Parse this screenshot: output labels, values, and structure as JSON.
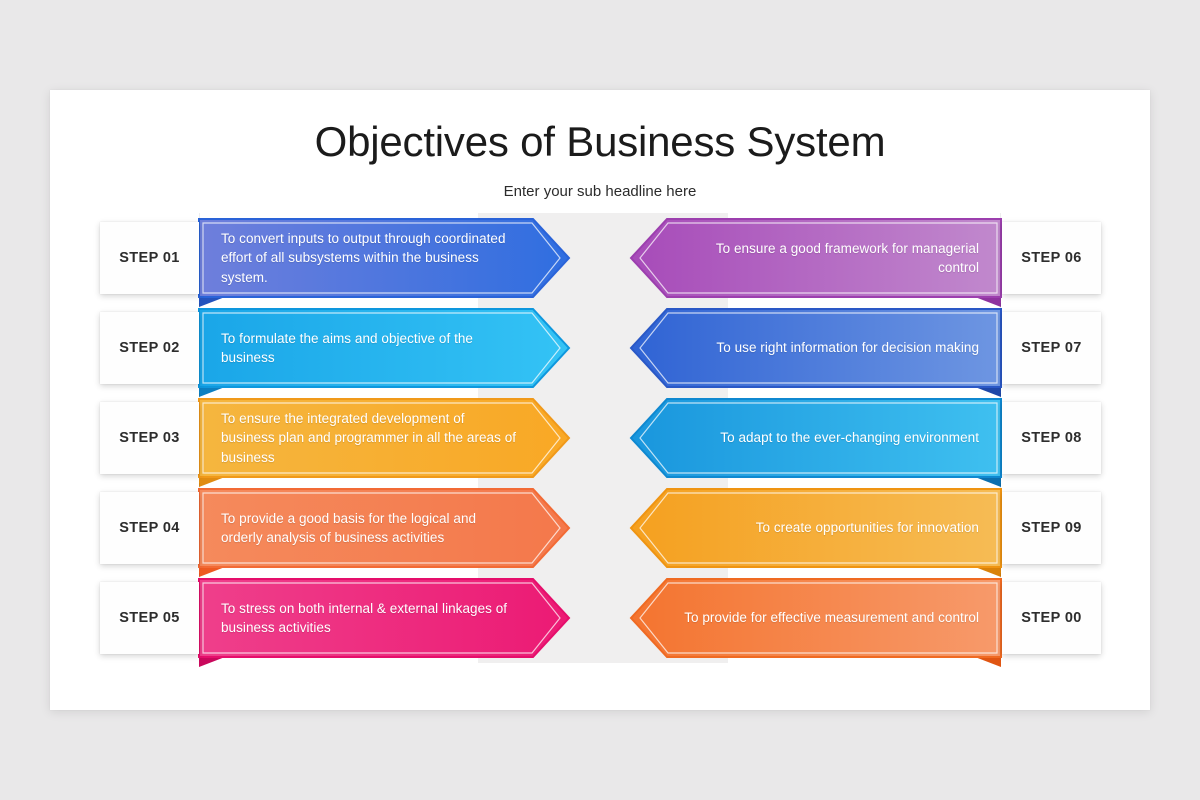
{
  "header": {
    "title": "Objectives of Business System",
    "subtitle": "Enter your sub headline here"
  },
  "theme": {
    "page_background": "#e9e8e9",
    "slide_background": "#ffffff",
    "center_band": "#f0efef",
    "step_card_background": "#fefefe",
    "step_card_text": "#2d2d2d",
    "arrow_text": "#ffffff"
  },
  "left_column": [
    {
      "step_label": "STEP 01",
      "text": "To convert inputs to output through coordinated effort of all subsystems within the business system.",
      "color_start": "#6f7fdc",
      "color_end": "#2f6ee0",
      "stroke": "#2a63d8",
      "fold": "#2553bd"
    },
    {
      "step_label": "STEP 02",
      "text": "To formulate the aims and objective of the business",
      "color_start": "#1aa6e8",
      "color_end": "#34c3f5",
      "stroke": "#0e97dd",
      "fold": "#0d7fc0"
    },
    {
      "step_label": "STEP 03",
      "text": "To ensure the integrated development of business plan and programmer in all the areas of business",
      "color_start": "#f5b63f",
      "color_end": "#f9a825",
      "stroke": "#f0991a",
      "fold": "#e08c12"
    },
    {
      "step_label": "STEP 04",
      "text": "To provide a good basis for the logical and orderly analysis of business activities",
      "color_start": "#f58a5c",
      "color_end": "#f4784b",
      "stroke": "#f26a35",
      "fold": "#ed5a22"
    },
    {
      "step_label": "STEP 05",
      "text": "To stress on both internal & external linkages of business activities",
      "color_start": "#ef3f8b",
      "color_end": "#ec1a74",
      "stroke": "#e50e6b",
      "fold": "#c9085c"
    }
  ],
  "right_column": [
    {
      "step_label": "STEP 06",
      "text": "To ensure a good framework for managerial control",
      "color_start": "#c189cd",
      "color_end": "#a74bb9",
      "stroke": "#9c3fae",
      "fold": "#8e339f"
    },
    {
      "step_label": "STEP 07",
      "text": "To use right information for decision making",
      "color_start": "#6e96e2",
      "color_end": "#2f63d4",
      "stroke": "#2a58c6",
      "fold": "#1f47a8"
    },
    {
      "step_label": "STEP 08",
      "text": "To adapt to the ever-changing environment",
      "color_start": "#3fc0f0",
      "color_end": "#1996dd",
      "stroke": "#0f88d0",
      "fold": "#0c6fae"
    },
    {
      "step_label": "STEP 09",
      "text": "To create opportunities for innovation",
      "color_start": "#f6bc55",
      "color_end": "#f5a01f",
      "stroke": "#ef9412",
      "fold": "#d9820a"
    },
    {
      "step_label": "STEP 00",
      "text": "To provide for effective measurement and control",
      "color_start": "#f79a6b",
      "color_end": "#f4742f",
      "stroke": "#ef6a22",
      "fold": "#e05512"
    }
  ],
  "layout": {
    "row_tops": [
      213,
      303,
      393,
      483,
      573
    ]
  }
}
